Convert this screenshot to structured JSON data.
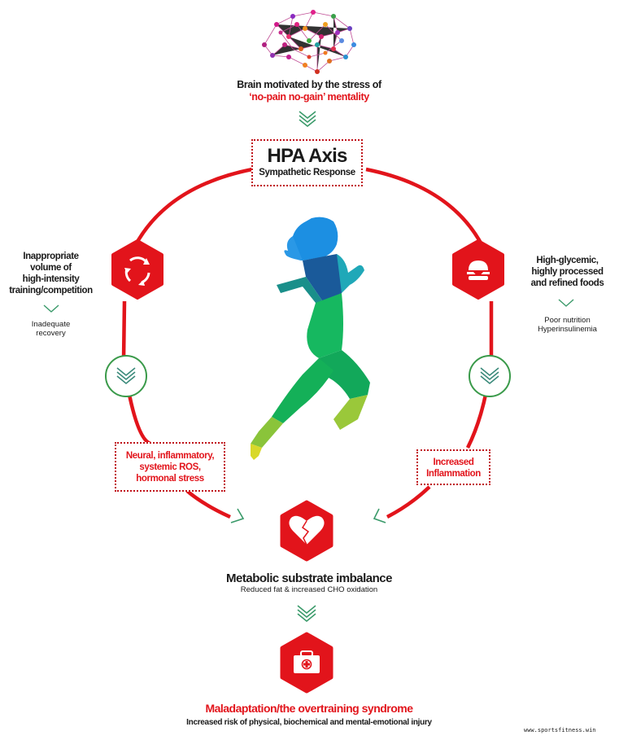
{
  "colors": {
    "red": "#e2141b",
    "dark_red": "#c0121a",
    "green": "#3a9a4a",
    "text_dark": "#1a1a1a",
    "runner_blue": "#1a8fe0",
    "runner_green": "#17b85a",
    "runner_yellow": "#c7d83a"
  },
  "top": {
    "brain_icon": "brain-network-icon",
    "line1": "Brain motivated by the stress of",
    "line2": "‘no-pain no-gain’ mentality"
  },
  "hpa": {
    "title": "HPA Axis",
    "subtitle": "Sympathetic Response"
  },
  "left": {
    "icon": "cycle-arrows-icon",
    "heading": [
      "Inappropriate",
      "volume of",
      "high-intensity",
      "training/competition"
    ],
    "sub": [
      "Inadequate",
      "recovery"
    ],
    "stress_box": [
      "Neural, inflammatory,",
      "systemic ROS,",
      "hormonal stress"
    ]
  },
  "right": {
    "icon": "burger-icon",
    "heading": [
      "High-glycemic,",
      "highly processed",
      "and refined foods"
    ],
    "sub": [
      "Poor nutrition",
      "Hyperinsulinemia"
    ],
    "stress_box": [
      "Increased",
      "Inflammation"
    ]
  },
  "center": {
    "figure": "runner-silhouette"
  },
  "metabolic": {
    "icon": "broken-heart-icon",
    "title": "Metabolic substrate imbalance",
    "subtitle": "Reduced fat & increased CHO oxidation"
  },
  "outcome": {
    "icon": "first-aid-kit-icon",
    "title": "Maladaptation/the overtraining syndrome",
    "subtitle": "Increased risk of physical, biochemical and mental-emotional injury"
  },
  "watermark": "www.sportsfitness.win"
}
